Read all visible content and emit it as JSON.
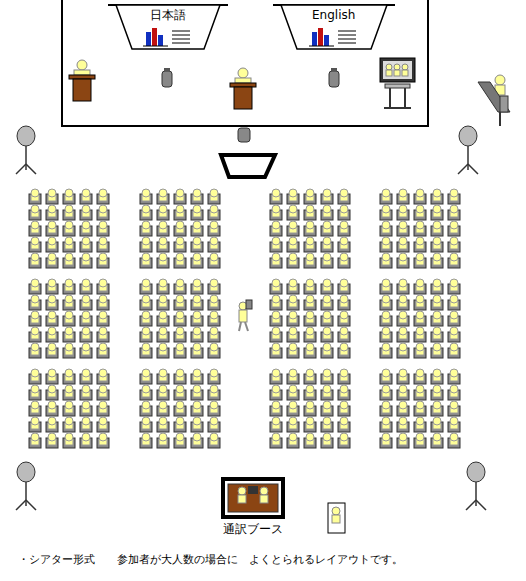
{
  "diagram": {
    "caption": "・シアター形式　　参加者が大人数の場合に　よくとられるレイアウトです。",
    "nodes": [
      {
        "text": [
          "日本語"
        ]
      },
      {
        "text": [
          "English"
        ]
      },
      {
        "text": [
          "通訳ブース"
        ]
      }
    ]
  }
}
